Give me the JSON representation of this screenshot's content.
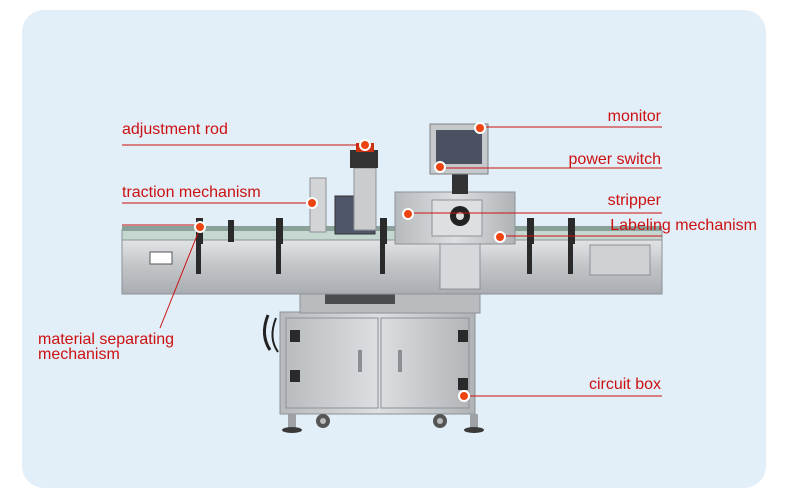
{
  "labels": {
    "adjustment_rod": "adjustment rod",
    "traction_mechanism": "traction mechanism",
    "material_separating_line1": "material separating",
    "material_separating_line2": "mechanism",
    "monitor": "monitor",
    "power_switch": "power switch",
    "stripper": "stripper",
    "labeling_mechanism": "Labeling mechanism",
    "circuit_box": "circuit box"
  },
  "colors": {
    "panel_background": "#e2eef8",
    "label_text": "#cc1111",
    "leader_line": "#cc1111",
    "marker_fill": "#ee4411",
    "machine_steel": "#c8cacc"
  }
}
